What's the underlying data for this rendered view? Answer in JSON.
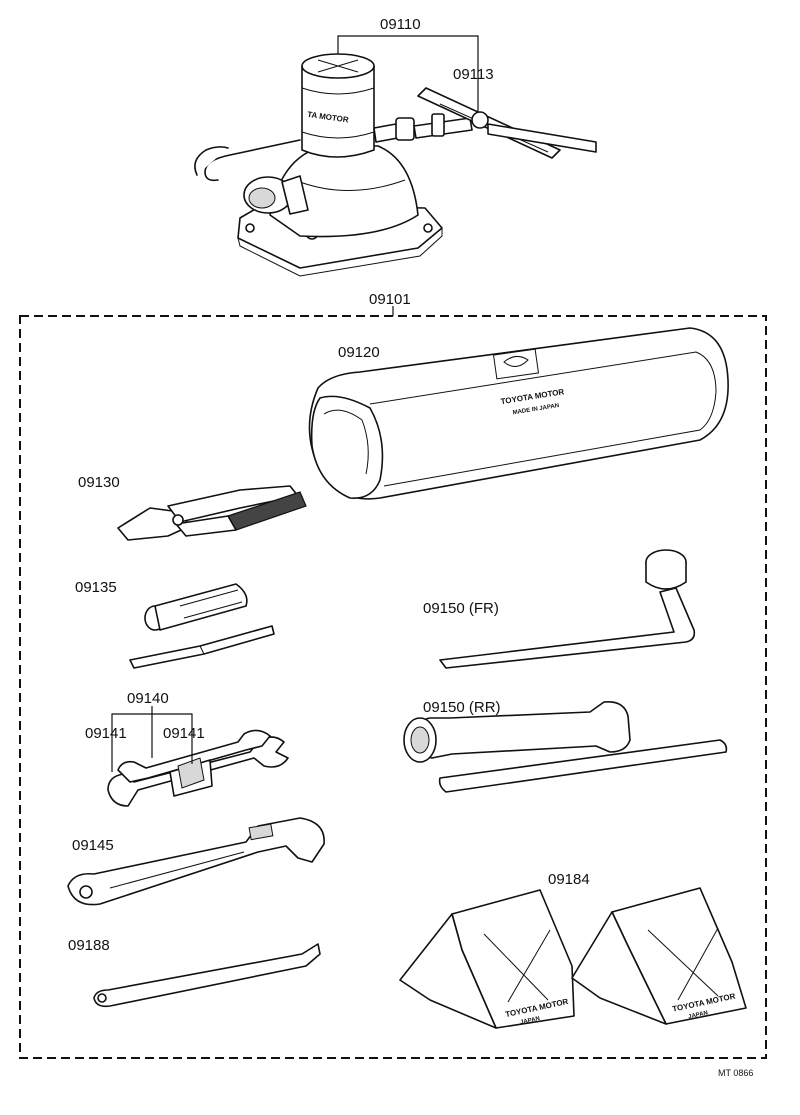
{
  "diagram": {
    "callouts": {
      "jack_assembly": "09110",
      "jack_handle": "09113",
      "tool_set": "09101",
      "tool_bag": "09120",
      "pliers": "09130",
      "screwdriver": "09135",
      "wrench_set": "09140",
      "wrench_left": "09141",
      "wrench_right": "09141",
      "adjustable_wrench": "09145",
      "tire_lever": "09188",
      "wheel_wrench_front": "09150 (FR)",
      "wheel_wrench_rear": "09150 (RR)",
      "wheel_chocks": "09184"
    },
    "stamps": {
      "jack_brand": "TA MOTOR",
      "bag_brand": "TOYOTA MOTOR",
      "bag_origin": "MADE IN JAPAN",
      "chock_brand": "TOYOTA MOTOR",
      "chock_origin": "JAPAN"
    },
    "reference": "MT 0866"
  }
}
